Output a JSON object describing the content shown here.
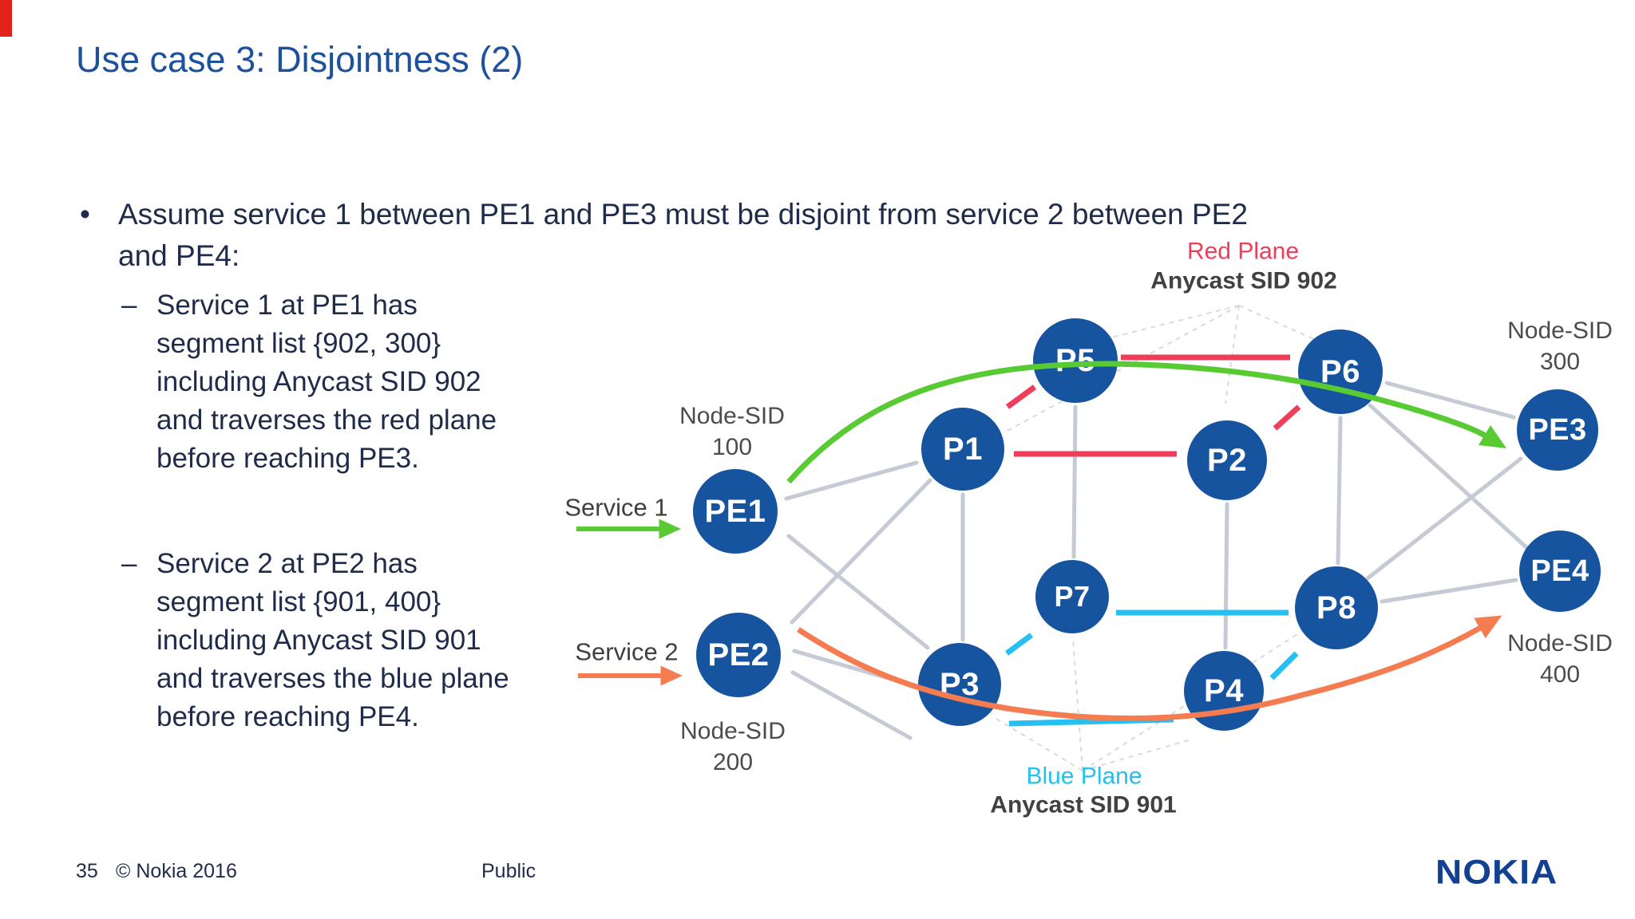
{
  "slide": {
    "title": "Use case 3: Disjointness (2)",
    "footer": {
      "page_number": "35",
      "copyright": "© Nokia 2016",
      "classification": "Public",
      "logo_text": "NOKIA"
    }
  },
  "bullets": {
    "main": {
      "marker": "•",
      "lines": [
        "Assume service 1 between PE1 and PE3 must be disjoint from service 2 between PE2",
        "and PE4:"
      ]
    },
    "sub1": {
      "marker": "–",
      "lines": [
        "Service 1 at PE1 has",
        "segment list {902, 300}",
        "including Anycast SID 902",
        "and traverses the red plane",
        "before reaching PE3."
      ]
    },
    "sub2": {
      "marker": "–",
      "lines": [
        "Service 2 at PE2 has",
        "segment list {901, 400}",
        "including Anycast SID 901",
        "and traverses the blue plane",
        "before reaching PE4."
      ]
    }
  },
  "diagram": {
    "red_plane": {
      "label": "Red Plane",
      "anycast": "Anycast SID 902",
      "color": "#ee3e59"
    },
    "blue_plane": {
      "label": "Blue Plane",
      "anycast": "Anycast SID 901",
      "color": "#25c0f0"
    },
    "service1": {
      "label": "Service 1",
      "color": "#58cb33"
    },
    "service2": {
      "label": "Service 2",
      "color": "#f47c50"
    },
    "nodes": {
      "pe1": "PE1",
      "pe2": "PE2",
      "pe3": "PE3",
      "pe4": "PE4",
      "p1": "P1",
      "p2": "P2",
      "p3": "P3",
      "p4": "P4",
      "p5": "P5",
      "p6": "P6",
      "p7": "P7",
      "p8": "P8"
    },
    "node_sids": {
      "pe1": [
        "Node-SID",
        "100"
      ],
      "pe2": [
        "Node-SID",
        "200"
      ],
      "pe3": [
        "Node-SID",
        "300"
      ],
      "pe4": [
        "Node-SID",
        "400"
      ]
    },
    "node_color": "#17549f",
    "link_color": "#c5cad4"
  }
}
